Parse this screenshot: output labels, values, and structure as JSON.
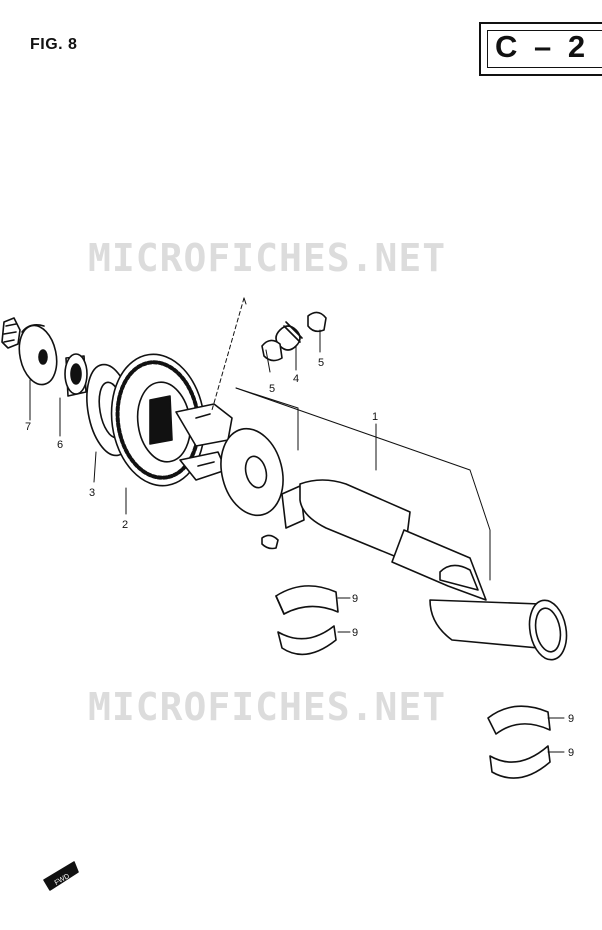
{
  "figure": {
    "title": "FIG. 8",
    "section_code": "C – 2"
  },
  "watermarks": [
    "MICROFICHES.NET",
    "MICROFICHES.NET"
  ],
  "callouts": {
    "p1": "1",
    "p2": "2",
    "p3": "3",
    "p4": "4",
    "p5a": "5",
    "p5b": "5",
    "p6": "6",
    "p7": "7",
    "p9a": "9",
    "p9b": "9",
    "p9c": "9",
    "p9d": "9"
  },
  "fwd_label": "FWD",
  "colors": {
    "line": "#111111",
    "watermark": "#dcdcdc",
    "background": "#ffffff"
  }
}
